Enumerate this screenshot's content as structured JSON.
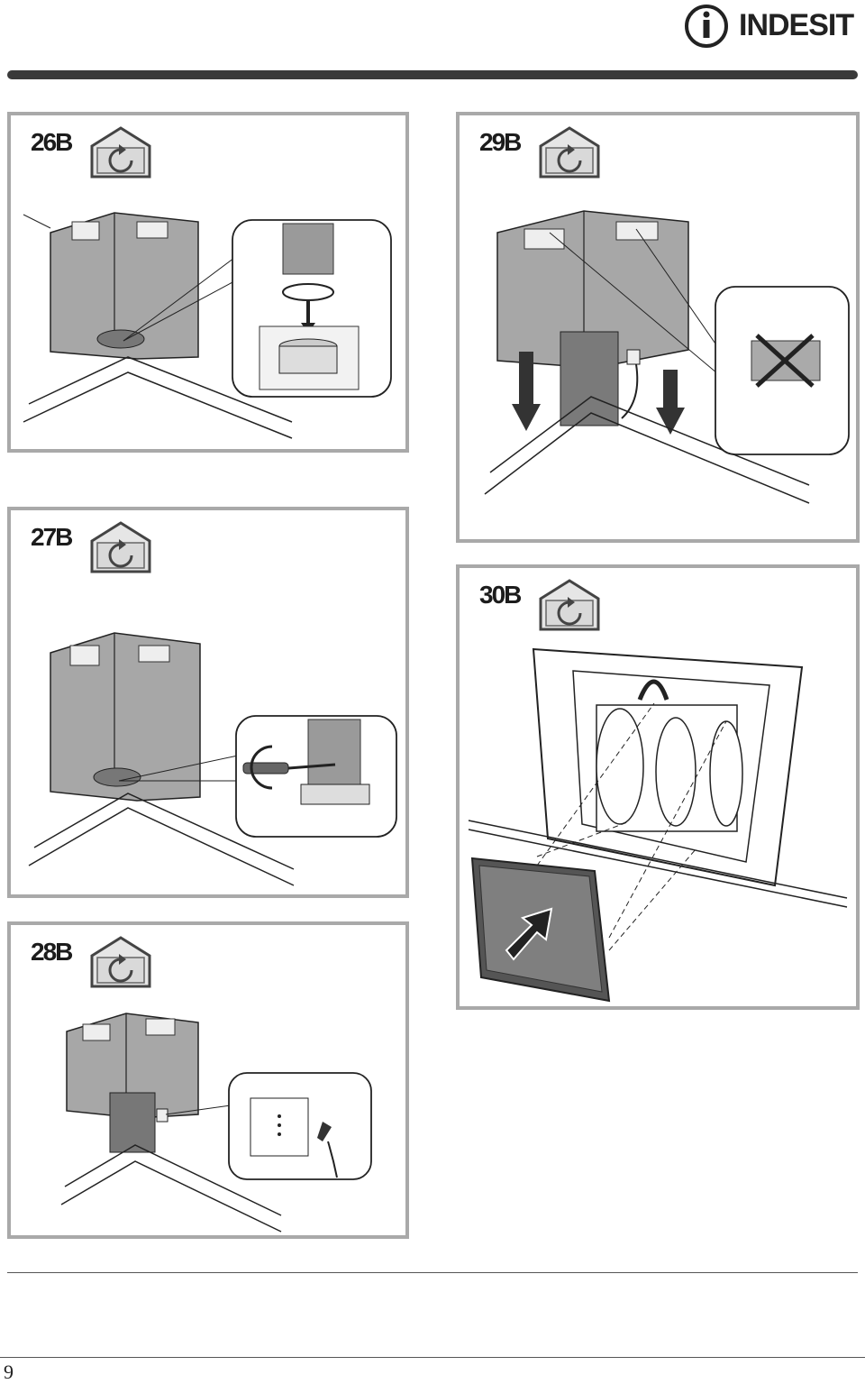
{
  "header": {
    "brand": "INDESIT"
  },
  "panels": [
    {
      "id": "26B",
      "label": "26B"
    },
    {
      "id": "27B",
      "label": "27B"
    },
    {
      "id": "28B",
      "label": "28B"
    },
    {
      "id": "29B",
      "label": "29B"
    },
    {
      "id": "30B",
      "label": "30B"
    }
  ],
  "icons": {
    "panel_symbol": "house-recirculation-icon",
    "logo": "indesit-logo-icon"
  },
  "footer": {
    "page_number": "9"
  }
}
